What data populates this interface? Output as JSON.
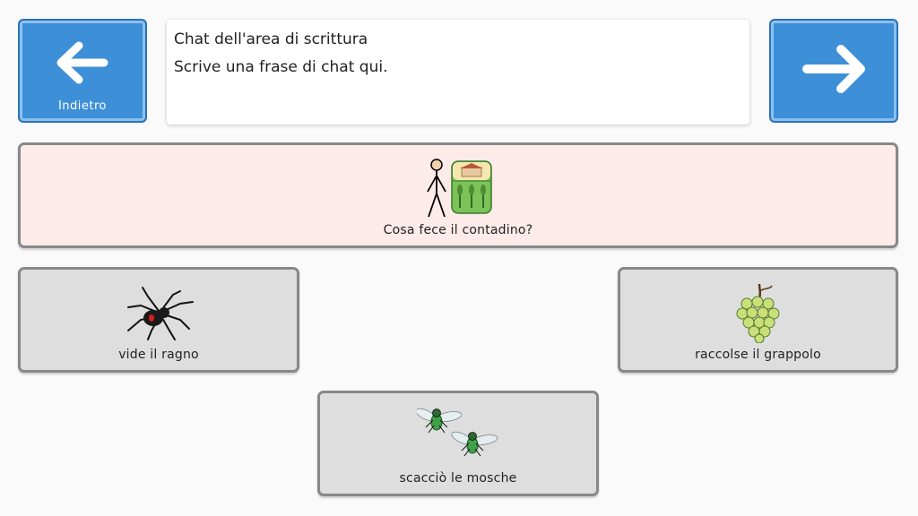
{
  "nav": {
    "back_label": "Indietro",
    "back_icon": "arrow-left-icon",
    "next_icon": "arrow-right-icon",
    "button_color": "#3d8fd8"
  },
  "chat": {
    "title": "Chat dell'area di scrittura",
    "hint": "Scrive una frase di chat qui."
  },
  "question": {
    "label": "Cosa fece il contadino?",
    "icon": "farmer-icon",
    "background": "#fdebea"
  },
  "options": [
    {
      "label": "vide il ragno",
      "icon": "spider-icon"
    },
    {
      "label": "raccolse il grappolo",
      "icon": "grapes-icon"
    },
    {
      "label": "scacciò le mosche",
      "icon": "flies-icon"
    }
  ]
}
